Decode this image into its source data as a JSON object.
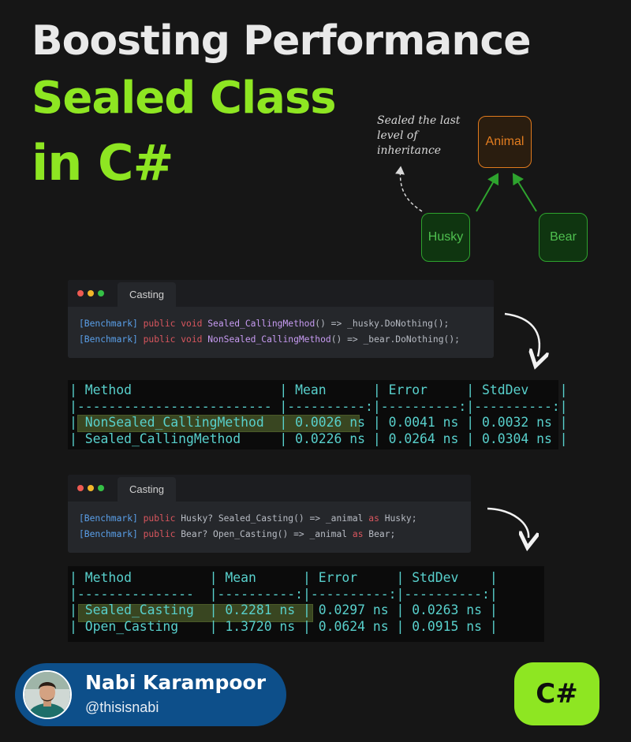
{
  "title": {
    "line1": "Boosting Performance",
    "line2": "Sealed Class",
    "line3": "in C#"
  },
  "diagram": {
    "note": "Sealed the last level of inheritance",
    "nodes": {
      "animal": "Animal",
      "husky": "Husky",
      "bear": "Bear"
    }
  },
  "code1": {
    "tab": "Casting",
    "lines": [
      {
        "attr": "[Benchmark]",
        "mods": " public void ",
        "fn": "Sealed_CallingMethod",
        "rest": "() => _husky.DoNothing();"
      },
      {
        "attr": "[Benchmark]",
        "mods": " public void ",
        "fn": "NonSealed_CallingMethod",
        "rest": "() => _bear.DoNothing();"
      }
    ]
  },
  "table1": {
    "lines": [
      "| Method                   | Mean      | Error     | StdDev    |",
      "|------------------------- |----------:|----------:|----------:|",
      "| NonSealed_CallingMethod  | 0.0026 ns | 0.0041 ns | 0.0032 ns |",
      "| Sealed_CallingMethod     | 0.0226 ns | 0.0264 ns | 0.0304 ns |"
    ]
  },
  "code2": {
    "tab": "Casting",
    "lines": [
      {
        "attr": "[Benchmark]",
        "kw1": " public",
        "mid": " Husky? Sealed_Casting() => _animal ",
        "kw2": "as",
        "rest": " Husky;"
      },
      {
        "attr": "[Benchmark]",
        "kw1": " public",
        "mid": " Bear? Open_Casting() => _animal ",
        "kw2": "as",
        "rest": " Bear;"
      }
    ]
  },
  "table2": {
    "lines": [
      "| Method          | Mean      | Error     | StdDev    |",
      "|---------------  |----------:|----------:|----------:|",
      "| Sealed_Casting  | 0.2281 ns | 0.0297 ns | 0.0263 ns |",
      "| Open_Casting    | 1.3720 ns | 0.0624 ns | 0.0915 ns |"
    ]
  },
  "author": {
    "name": "Nabi Karampoor",
    "handle": "@thisisnabi"
  },
  "badge": "C#",
  "colors": {
    "green": "#8ee622",
    "orange": "#e07a1d",
    "teal": "#58d0cc",
    "author_bg": "#0d4f8a"
  }
}
